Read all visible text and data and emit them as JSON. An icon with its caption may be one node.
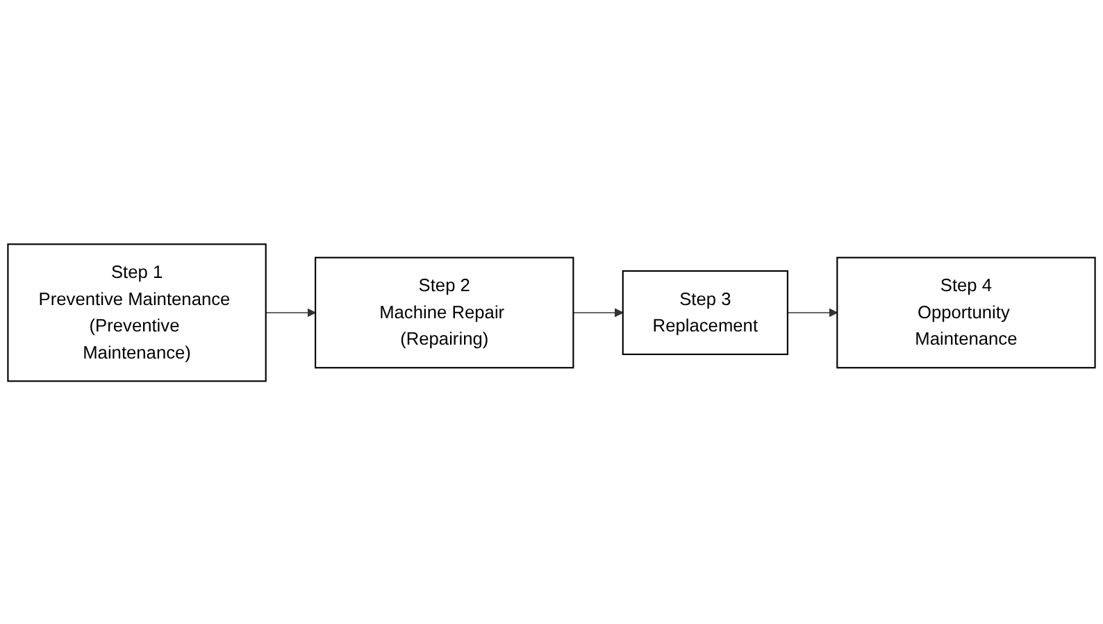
{
  "diagram": {
    "nodes": [
      {
        "text": [
          "Step 1",
          "Preventive Maintenance (Preventive Maintenance)"
        ]
      },
      {
        "text": [
          "Step 2",
          "Machine Repair (Repairing)"
        ]
      },
      {
        "text": [
          "Step 3",
          "Replacement"
        ]
      },
      {
        "text": [
          "Step 4",
          "Opportunity Maintenance"
        ]
      }
    ],
    "edges": [
      {
        "from": 0,
        "to": 1,
        "arrow": "to"
      },
      {
        "from": 1,
        "to": 2,
        "arrow": "to"
      },
      {
        "from": 2,
        "to": 3,
        "arrow": "to"
      }
    ]
  }
}
